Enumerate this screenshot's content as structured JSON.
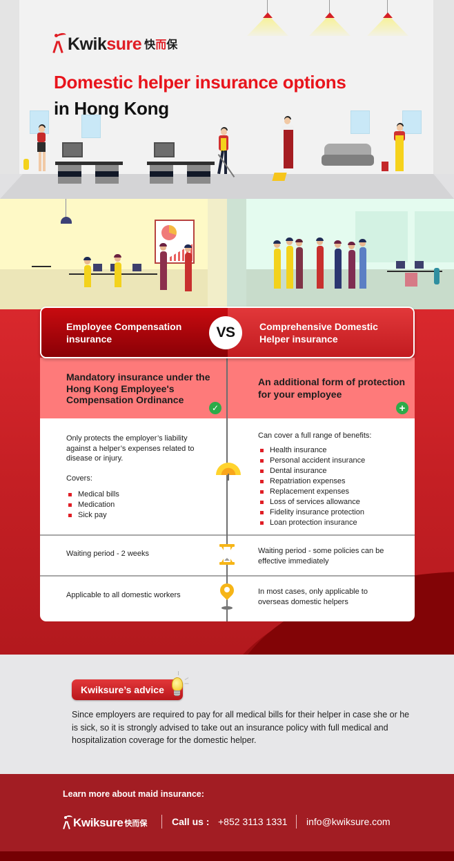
{
  "brand": {
    "name_latin_dark": "Kwik",
    "name_latin_red": "sure",
    "name_cn_1": "快",
    "name_cn_2": "而",
    "name_cn_3": "保",
    "colors": {
      "primary_red": "#e01e25",
      "dark_red": "#a21d23",
      "green_badge": "#2eab49",
      "accent_yellow": "#f6b517"
    }
  },
  "hero": {
    "title_line1": "Domestic helper insurance options",
    "title_line2": "in Hong Kong"
  },
  "comparison": {
    "vs_label": "VS",
    "left_header": "Employee Compensation insurance",
    "right_header": "Comprehensive Domestic Helper insurance",
    "left_summary": "Mandatory insurance under the Hong Kong Employee's Compensation Ordinance",
    "right_summary": "An additional form of protection for your employee",
    "left_badge_icon": "check-icon",
    "right_badge_icon": "plus-icon",
    "left_badge_glyph": "✓",
    "right_badge_glyph": "+",
    "rows": [
      {
        "icon": "umbrella-icon",
        "left": {
          "intro": "Only protects the employer’s liability against a helper’s expenses related to disease or injury.",
          "covers_label": "Covers:",
          "items": [
            "Medical bills",
            "Medication",
            "Sick pay"
          ]
        },
        "right": {
          "intro": "Can cover a full range of benefits:",
          "items": [
            "Health insurance",
            "Personal accident insurance",
            "Dental insurance",
            "Repatriation expenses",
            "Replacement expenses",
            "Loss of services allowance",
            "Fidelity insurance protection",
            "Loan protection insurance"
          ]
        }
      },
      {
        "icon": "hourglass-icon",
        "left": "Waiting period - 2 weeks",
        "right": "Waiting period - some policies can be effective immediately"
      },
      {
        "icon": "location-pin-icon",
        "left": "Applicable to all domestic workers",
        "right": "In most cases, only applicable to overseas domestic helpers"
      }
    ]
  },
  "advice": {
    "label": "Kwiksure’s advice",
    "icon": "lightbulb-icon",
    "text": "Since employers are required to pay for all medical bills for their helper in case she or he is sick, so it is strongly advised to take out an insurance policy with full medical and hospitalization coverage for the domestic helper."
  },
  "footer": {
    "learn_more": "Learn more about maid insurance:",
    "brand_latin": "Kwiksure",
    "brand_cn": "快而保",
    "call_label": "Call us :",
    "phone": "+852 3113 1331",
    "email": "info@kwiksure.com"
  }
}
